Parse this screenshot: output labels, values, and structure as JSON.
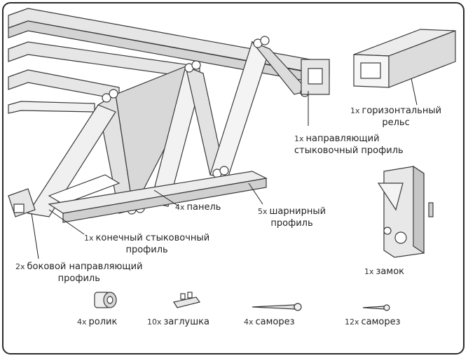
{
  "labels": {
    "rail": {
      "qty": "1x",
      "line1": "горизонтальный",
      "line2": "рельс"
    },
    "guide": {
      "qty": "1x",
      "line1": "направляющий",
      "line2": "стыковочный профиль"
    },
    "panel": {
      "qty": "4x",
      "line1": "панель"
    },
    "hinge": {
      "qty": "5x",
      "line1": "шарнирный",
      "line2": "профиль"
    },
    "end_profile": {
      "qty": "1x",
      "line1": "конечный стыковочный",
      "line2": "профиль"
    },
    "side_guide": {
      "qty": "2x",
      "line1": "боковой направляющий",
      "line2": "профиль"
    },
    "lock": {
      "qty": "1x",
      "line1": "замок"
    },
    "roller": {
      "qty": "4x",
      "line1": "ролик"
    },
    "plug": {
      "qty": "10x",
      "line1": "заглушка"
    },
    "screw_a": {
      "qty": "4x",
      "line1": "саморез"
    },
    "screw_b": {
      "qty": "12x",
      "line1": "саморез"
    }
  },
  "colors": {
    "outline": "#3a3a3a",
    "panel_fill": "#e6e6e6",
    "shade": "#c8c8c8",
    "white": "#ffffff"
  }
}
